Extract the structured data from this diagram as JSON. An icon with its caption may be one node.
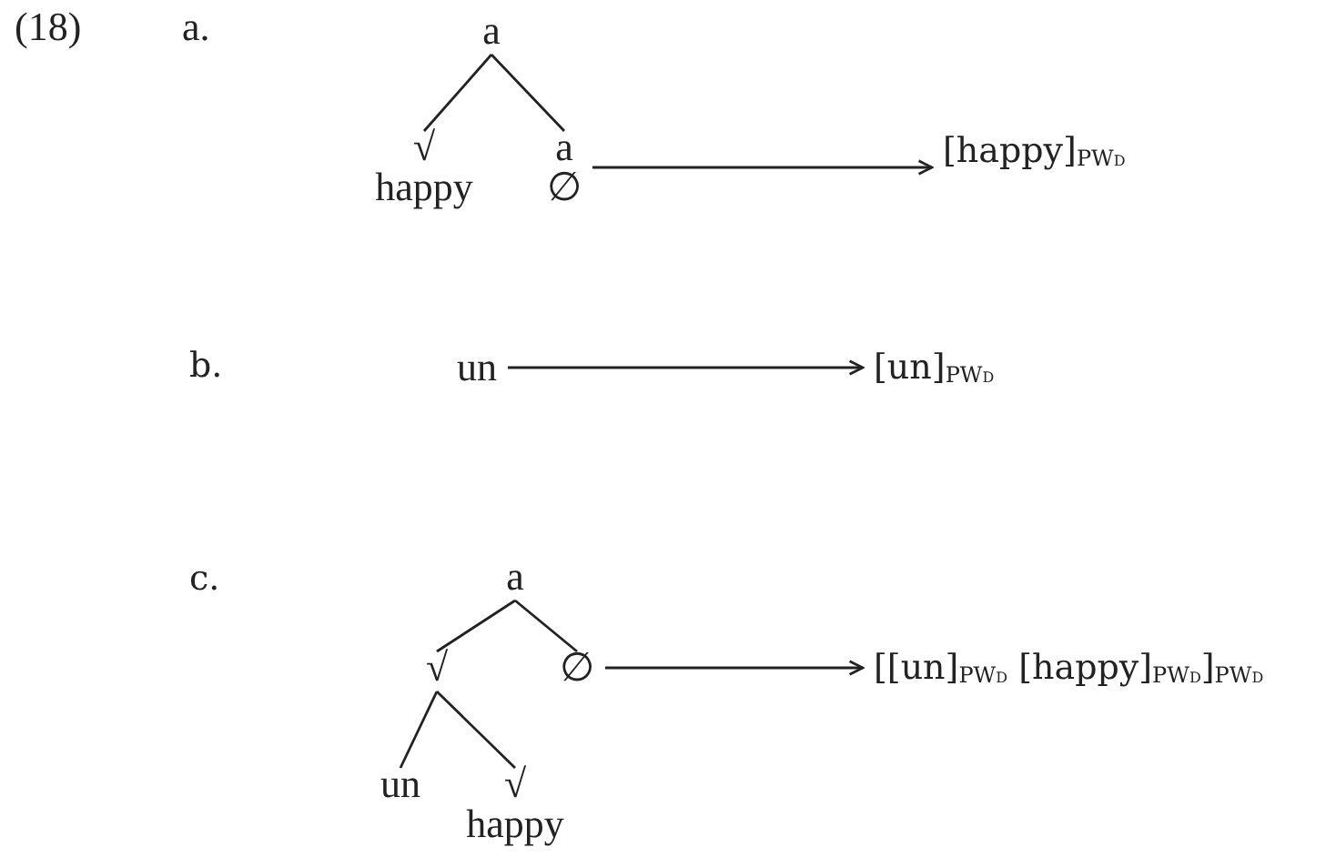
{
  "diagram": {
    "nodes": [
      {
        "text": [
          "a"
        ]
      },
      {
        "text": [
          "√",
          "happy"
        ]
      },
      {
        "text": [
          "a",
          "∅"
        ]
      },
      {
        "text": [
          "[happy]$_{PWd}$"
        ]
      },
      {
        "text": [
          "un"
        ]
      },
      {
        "text": [
          "[un]$_{PWd}$"
        ]
      },
      {
        "text": [
          "a"
        ]
      },
      {
        "text": [
          "√"
        ]
      },
      {
        "text": [
          "∅"
        ]
      },
      {
        "text": [
          "un"
        ]
      },
      {
        "text": [
          "√",
          "happy"
        ]
      },
      {
        "text": [
          "[[un]$_{PWd}$ [happy]$_{PWd}$]$_{PWd}$"
        ]
      }
    ],
    "edges": [
      {
        "from": 0,
        "to": 1,
        "arrow": "none"
      },
      {
        "from": 0,
        "to": 2,
        "arrow": "none"
      },
      {
        "from": 2,
        "to": 3,
        "arrow": "to"
      },
      {
        "from": 4,
        "to": 5,
        "arrow": "to"
      },
      {
        "from": 6,
        "to": 7,
        "arrow": "none"
      },
      {
        "from": 6,
        "to": 8,
        "arrow": "none"
      },
      {
        "from": 7,
        "to": 9,
        "arrow": "none"
      },
      {
        "from": 7,
        "to": 10,
        "arrow": "none"
      },
      {
        "from": 8,
        "to": 11,
        "arrow": "to"
      }
    ],
    "labels": [
      "(18)",
      "a.",
      "b.",
      "c."
    ]
  }
}
